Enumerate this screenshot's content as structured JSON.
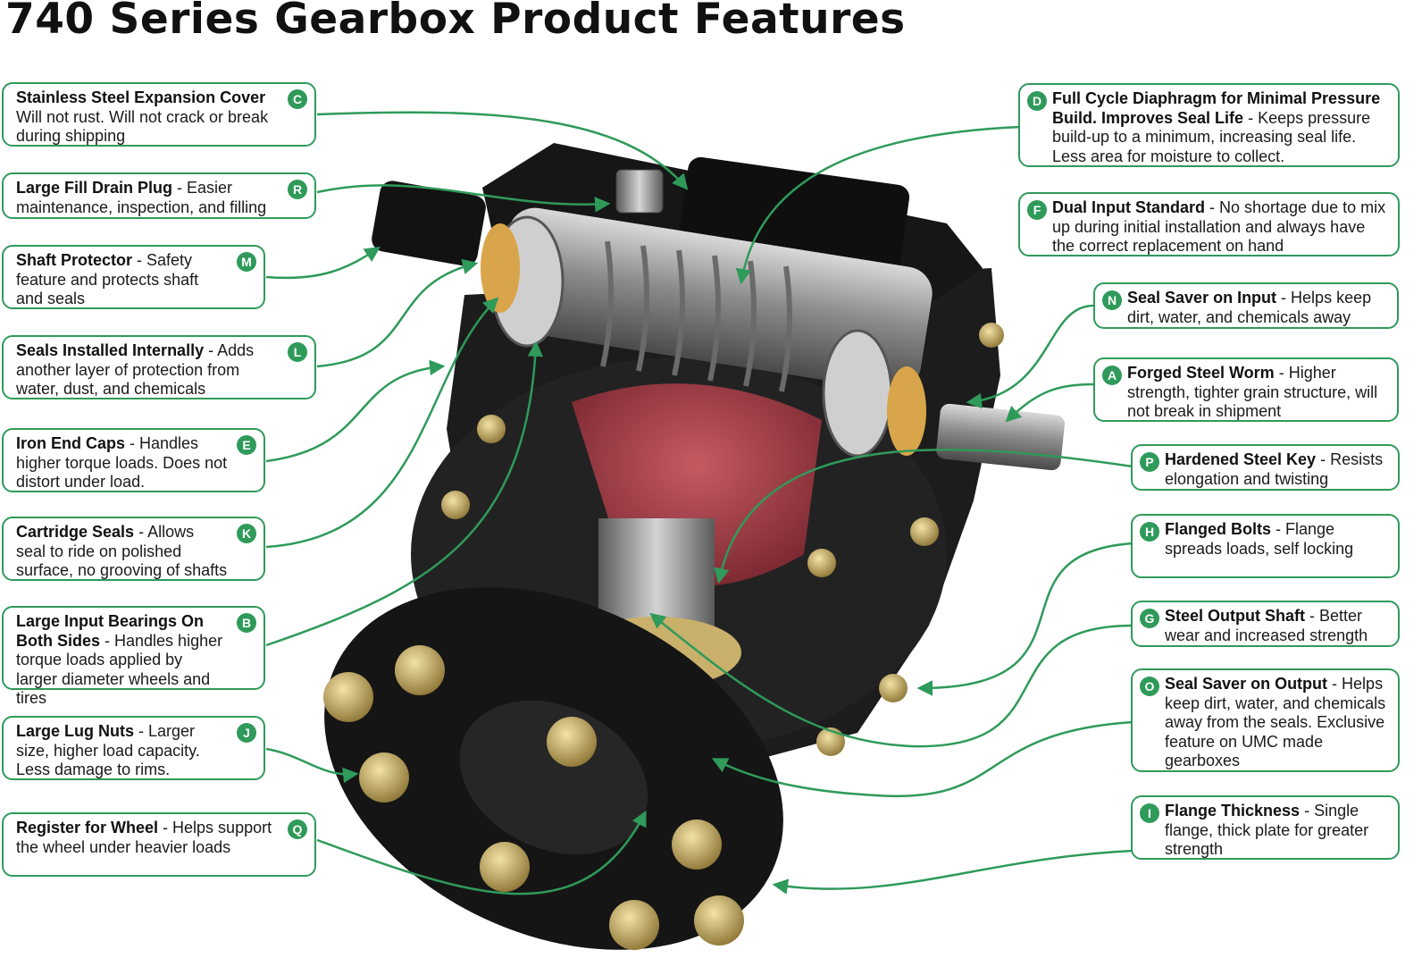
{
  "title": "740 Series Gearbox Product Features",
  "colors": {
    "accent": "#2f9a5a",
    "text": "#111111",
    "housing": "#1c1c1c",
    "gear": "#a8434d"
  },
  "callouts": [
    {
      "id": "C",
      "title": "Stainless Steel Expansion Cover",
      "sep": "",
      "body": "Will not rust.  Will not crack or break during shipping"
    },
    {
      "id": "R",
      "title": "Large Fill Drain Plug",
      "sep": " - ",
      "body": "Easier maintenance, inspection, and filling"
    },
    {
      "id": "M",
      "title": "Shaft Protector",
      "sep": " - ",
      "body": "Safety feature and protects shaft and seals"
    },
    {
      "id": "L",
      "title": "Seals Installed Internally",
      "sep": " - ",
      "body": "Adds another layer of protection from water, dust, and chemicals"
    },
    {
      "id": "E",
      "title": "Iron End Caps",
      "sep": " - ",
      "body": "Handles higher torque loads. Does not distort under load."
    },
    {
      "id": "K",
      "title": "Cartridge Seals",
      "sep": " - ",
      "body": "Allows seal to ride on polished surface, no grooving of shafts"
    },
    {
      "id": "B",
      "title": "Large Input Bearings On Both Sides",
      "sep": " - ",
      "body": "Handles higher torque loads applied by larger diameter wheels and tires"
    },
    {
      "id": "J",
      "title": "Large Lug Nuts",
      "sep": " - ",
      "body": "Larger size, higher load capacity. Less damage to rims."
    },
    {
      "id": "Q",
      "title": "Register for Wheel",
      "sep": " - ",
      "body": "Helps support the wheel under heavier loads"
    },
    {
      "id": "D",
      "title": "Full Cycle Diaphragm for Minimal Pressure Build. Improves Seal Life",
      "sep": " - ",
      "body": "Keeps pressure build-up to a minimum, increasing seal life.  Less area for moisture to collect."
    },
    {
      "id": "F",
      "title": "Dual Input Standard",
      "sep": " - ",
      "body": "No shortage due to mix up during initial installation and always have the correct replacement on hand"
    },
    {
      "id": "N",
      "title": "Seal Saver on Input",
      "sep": " - ",
      "body": "Helps keep dirt, water, and chemicals away"
    },
    {
      "id": "A",
      "title": "Forged Steel Worm",
      "sep": " - ",
      "body": "Higher strength, tighter grain structure, will not break in shipment"
    },
    {
      "id": "P",
      "title": "Hardened Steel Key",
      "sep": " - ",
      "body": "Resists elongation and twisting"
    },
    {
      "id": "H",
      "title": "Flanged Bolts",
      "sep": "  - ",
      "body": "Flange spreads loads, self locking"
    },
    {
      "id": "G",
      "title": "Steel Output Shaft",
      "sep": " - ",
      "body": "Better wear and increased strength"
    },
    {
      "id": "O",
      "title": "Seal Saver on Output",
      "sep": " - ",
      "body": "Helps keep dirt, water, and chemicals away from the seals.  Exclusive feature on UMC made gearboxes"
    },
    {
      "id": "I",
      "title": "Flange Thickness",
      "sep": " - ",
      "body": "Single flange, thick plate for greater strength"
    }
  ]
}
